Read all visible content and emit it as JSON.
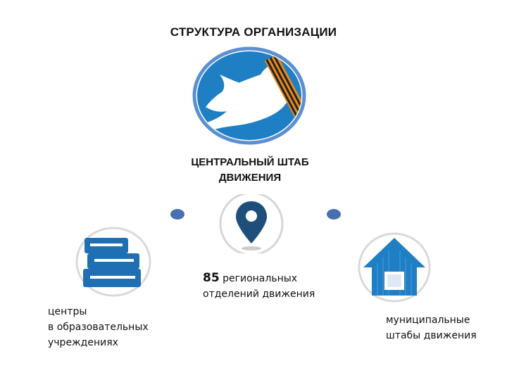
{
  "title": "СТРУКТУРА ОРГАНИЗАЦИИ",
  "hq": {
    "label_line1": "ЦЕНТРАЛЬНЫЙ ШТАБ",
    "label_line2": "ДВИЖЕНИЯ"
  },
  "regional": {
    "count": "85",
    "text_line1": "региональных",
    "text_line2": "отделений движения"
  },
  "centers": {
    "line1": "центры",
    "line2": "в образовательных",
    "line3": "учреждениях"
  },
  "municipal": {
    "line1": "муниципальные",
    "line2": "штабы движения"
  },
  "colors": {
    "accent": "#1f7fc4",
    "dark_blue": "#1e4f7a",
    "ring": "#5b8fd0",
    "dot": "#4a6fb0",
    "ribbon_orange": "#e78a1e",
    "ribbon_black": "#222222"
  },
  "icons": [
    "dove-icon",
    "location-pin-icon",
    "books-icon",
    "house-icon"
  ]
}
